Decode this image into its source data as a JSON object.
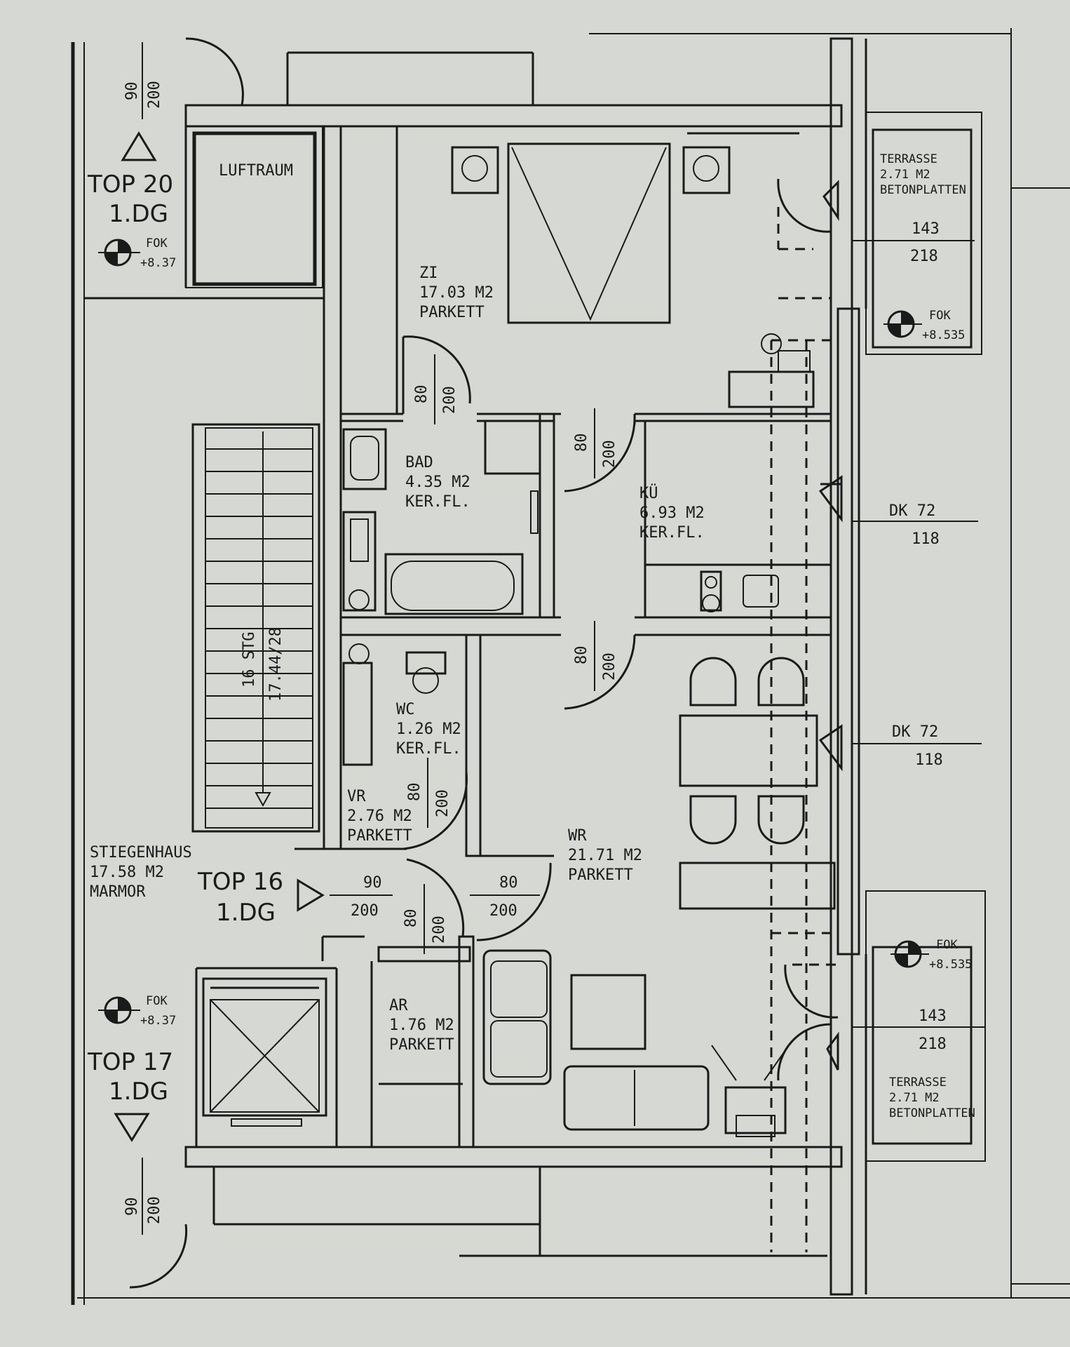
{
  "rooms": {
    "luftraum": {
      "name": "LUFTRAUM"
    },
    "zimmer": {
      "name": "ZI",
      "area": "17.03 M2",
      "floor": "PARKETT"
    },
    "bad": {
      "name": "BAD",
      "area": "4.35 M2",
      "floor": "KER.FL."
    },
    "kueche": {
      "name": "KÜ",
      "area": "6.93 M2",
      "floor": "KER.FL."
    },
    "wc": {
      "name": "WC",
      "area": "1.26 M2",
      "floor": "KER.FL."
    },
    "vorraum": {
      "name": "VR",
      "area": "2.76 M2",
      "floor": "PARKETT"
    },
    "wohnraum": {
      "name": "WR",
      "area": "21.71 M2",
      "floor": "PARKETT"
    },
    "abstellraum": {
      "name": "AR",
      "area": "1.76 M2",
      "floor": "PARKETT"
    },
    "stiegenhaus": {
      "name": "STIEGENHAUS",
      "area": "17.58 M2",
      "floor": "MARMOR"
    },
    "terrasse_top": {
      "name": "TERRASSE",
      "area": "2.71 M2",
      "floor": "BETONPLATTEN"
    },
    "terrasse_bottom": {
      "name": "TERRASSE",
      "area": "2.71 M2",
      "floor": "BETONPLATTEN"
    }
  },
  "units": {
    "top20": {
      "name": "TOP 20",
      "level": "1.DG"
    },
    "top16": {
      "name": "TOP 16",
      "level": "1.DG"
    },
    "top17": {
      "name": "TOP 17",
      "level": "1.DG"
    }
  },
  "levels": {
    "fok_label": "FOK",
    "top_left": "+8.37",
    "bottom_left": "+8.37",
    "terrace_top": "+8.535",
    "terrace_bottom": "+8.535"
  },
  "stairs": {
    "label": "16 STG",
    "ratio": "17.44/28"
  },
  "dims": {
    "door_90": "90",
    "door_80": "80",
    "door_200": "200",
    "window_dk": "DK 72",
    "window_118": "118",
    "terrace_143": "143",
    "terrace_218": "218"
  }
}
